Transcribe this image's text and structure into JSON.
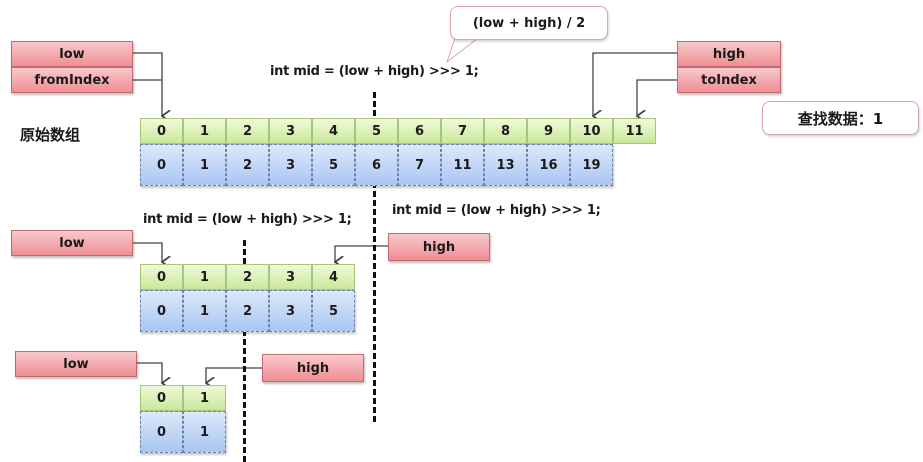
{
  "title": "原始数组",
  "search_label": "查找数据：1",
  "formula_bubble": "(low + high) / 2",
  "code_line": "int mid = (low + high) >>> 1;",
  "pointers": {
    "low": "low",
    "fromIndex": "fromIndex",
    "high": "high",
    "toIndex": "toIndex"
  },
  "main_array": {
    "indices": [
      "0",
      "1",
      "2",
      "3",
      "4",
      "5",
      "6",
      "7",
      "8",
      "9",
      "10",
      "11"
    ],
    "values": [
      "0",
      "1",
      "2",
      "3",
      "5",
      "6",
      "7",
      "11",
      "13",
      "16",
      "19"
    ]
  },
  "step2_array": {
    "indices": [
      "0",
      "1",
      "2",
      "3",
      "4"
    ],
    "values": [
      "0",
      "1",
      "2",
      "3",
      "5"
    ]
  },
  "step3_array": {
    "indices": [
      "0",
      "1"
    ],
    "values": [
      "0",
      "1"
    ]
  },
  "colors": {
    "pointer_fill": "#ee8e93",
    "index_fill": "#c9e89a",
    "value_fill": "#a9c6f2"
  }
}
